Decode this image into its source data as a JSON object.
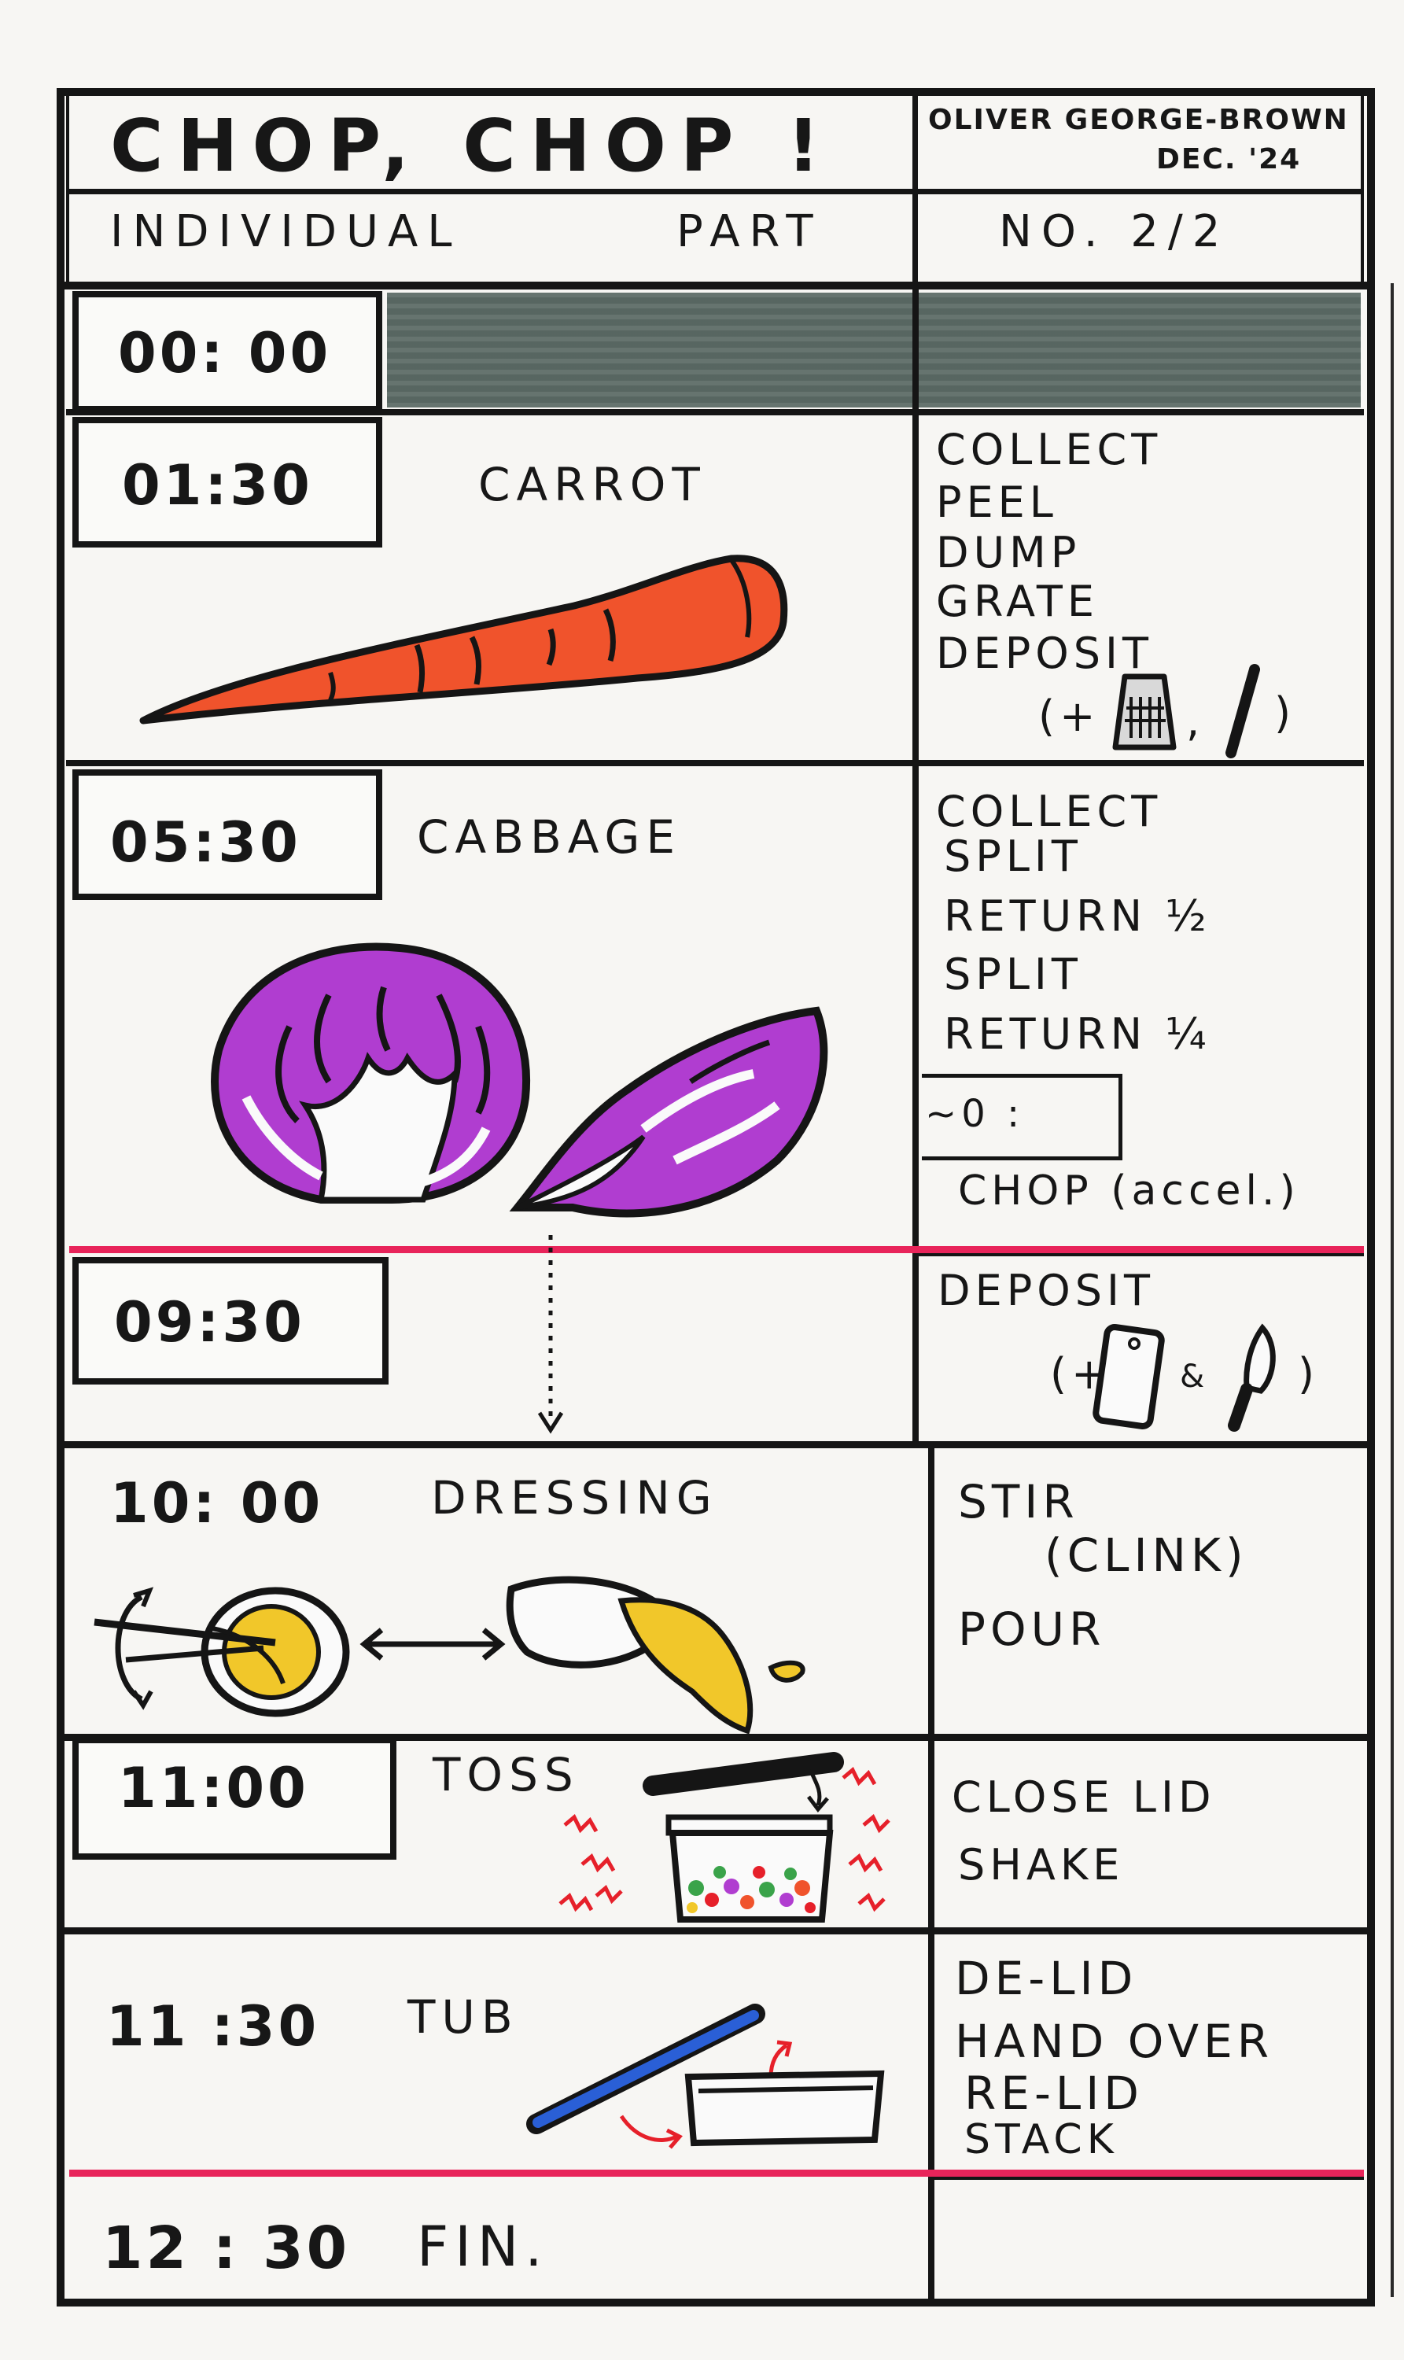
{
  "header": {
    "title": "CHOP, CHOP !",
    "author": "OLIVER GEORGE-BROWN",
    "date": "DEC. '24",
    "part_label": "INDIVIDUAL",
    "part_word": "PART",
    "part_number": "NO. 2/2"
  },
  "rows": [
    {
      "time": "00: 00",
      "label": "",
      "steps": []
    },
    {
      "time": "01:30",
      "label": "CARROT",
      "steps": [
        "COLLECT",
        "PEEL",
        "DUMP",
        "GRATE",
        "DEPOSIT"
      ],
      "tools": {
        "open": "(+",
        "sep": ",",
        "close": ")"
      }
    },
    {
      "time": "05:30",
      "label": "CABBAGE",
      "steps": [
        "COLLECT",
        "SPLIT",
        "RETURN ½",
        "SPLIT",
        "RETURN ¼"
      ],
      "timer": "~0 :",
      "extra_step": "CHOP (accel.)"
    },
    {
      "time": "09:30",
      "label": "",
      "steps": [
        "DEPOSIT"
      ],
      "tools": {
        "open": "(+",
        "sep": "&",
        "close": ")"
      }
    },
    {
      "time": "10: 00",
      "label": "DRESSING",
      "steps": [
        "STIR",
        "(CLINK)",
        "POUR"
      ]
    },
    {
      "time": "11:00",
      "label": "TOSS",
      "steps": [
        "CLOSE LID",
        "SHAKE"
      ]
    },
    {
      "time": "11 :30",
      "label": "TUB",
      "steps": [
        "DE-LID",
        "HAND OVER",
        "RE-LID",
        "STACK"
      ]
    },
    {
      "time": "12 : 30",
      "label": "FIN.",
      "steps": []
    }
  ],
  "colors": {
    "ink": "#151515",
    "header_shade": "#5c6b66",
    "carrot": "#f0532c",
    "cabbage": "#b03dd0",
    "dressing": "#f1c72a",
    "tub_lid": "#2a5fd6",
    "red_line": "#e8245a",
    "accent_red": "#e6202a"
  }
}
